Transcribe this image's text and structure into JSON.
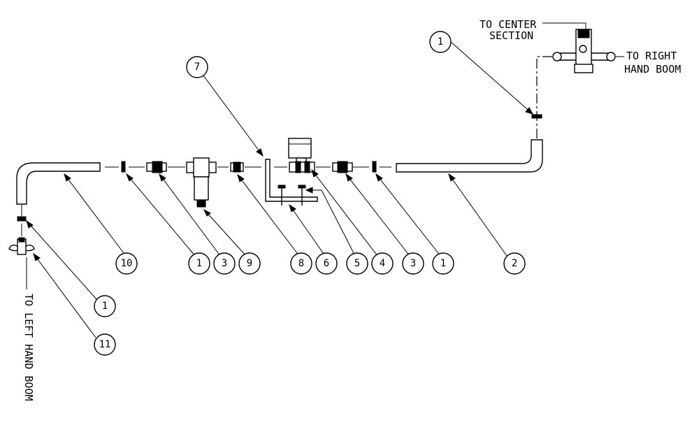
{
  "destinations": {
    "center_line1": "TO CENTER",
    "center_line2": "SECTION",
    "right_line1": "TO RIGHT",
    "right_line2": "HAND BOOM",
    "left": "TO LEFT HAND BOOM"
  },
  "callouts": [
    "1",
    "7",
    "10",
    "1",
    "3",
    "9",
    "8",
    "6",
    "5",
    "4",
    "3",
    "1",
    "2",
    "1",
    "11"
  ]
}
